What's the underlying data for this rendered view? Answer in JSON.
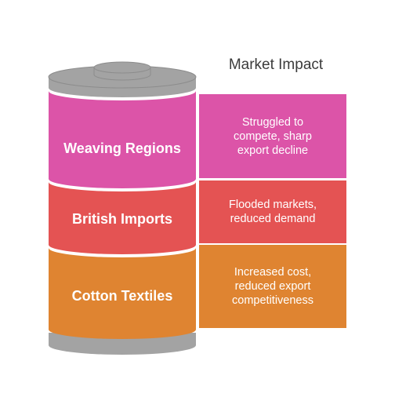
{
  "heading": "Market Impact",
  "layers": [
    {
      "label": "Weaving Regions",
      "label_lines": [
        "Weaving",
        "Regions"
      ],
      "impact_lines": [
        "Struggled to",
        "compete, sharp",
        "export decline"
      ],
      "color": "#dc54a8"
    },
    {
      "label": "British Imports",
      "label_lines": [
        "British Imports"
      ],
      "impact_lines": [
        "Flooded markets,",
        "reduced demand"
      ],
      "color": "#e45353"
    },
    {
      "label": "Cotton Textiles",
      "label_lines": [
        "Cotton Textiles"
      ],
      "impact_lines": [
        "Increased cost,",
        "reduced export",
        "competitiveness"
      ],
      "color": "#df8431"
    }
  ],
  "colors": {
    "cylinder_gray": "#a3a3a3",
    "cylinder_gray_dark": "#8c8c8c",
    "heading_text": "#3b3b3b"
  }
}
